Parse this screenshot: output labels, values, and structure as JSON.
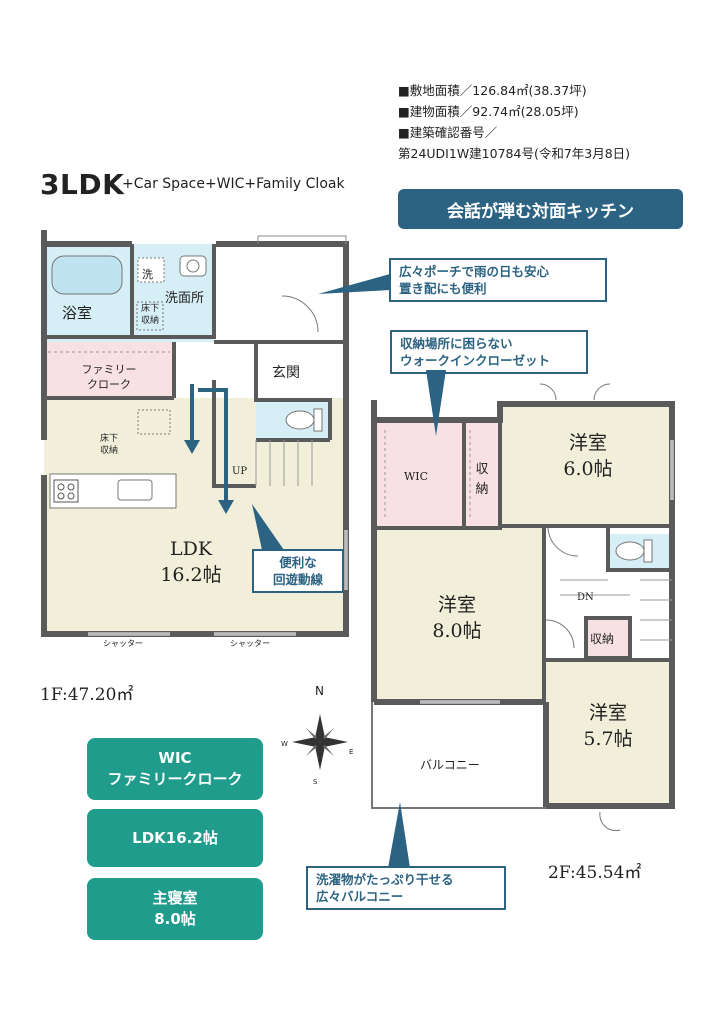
{
  "specs": {
    "site_area": "■敷地面積／126.84㎡(38.37坪)",
    "building_area": "■建物面積／92.74㎡(28.05坪)",
    "permit_label": "■建築確認番号／",
    "permit_number": "第24UDI1W建10784号(令和7年3月8日)"
  },
  "title": {
    "main": "3LDK",
    "sub": "+Car Space+WIC+Family Cloak"
  },
  "banner": "会話が弾む対面キッチン",
  "callouts": {
    "porch": [
      "広々ポーチで雨の日も安心",
      "置き配にも便利"
    ],
    "storage": [
      "収納場所に困らない",
      "ウォークインクローゼット"
    ],
    "circulation": [
      "便利な",
      "回遊動線"
    ],
    "balcony": [
      "洗濯物がたっぷり干せる",
      "広々バルコニー"
    ]
  },
  "floor1": {
    "area": "1F:47.20㎡",
    "rooms": {
      "bath": "浴室",
      "washroom": "洗面所",
      "wash_mark": "洗",
      "underfloor_storage_1": [
        "床下",
        "収納"
      ],
      "family_cloak": [
        "ファミリー",
        "クローク"
      ],
      "entrance": "玄関",
      "underfloor_storage_2": [
        "床下",
        "収納"
      ],
      "ldk": [
        "LDK",
        "16.2帖"
      ],
      "stairs_up": "UP",
      "shutter_1": "シャッター",
      "shutter_2": "シャッター"
    }
  },
  "floor2": {
    "area": "2F:45.54㎡",
    "rooms": {
      "wic": "WIC",
      "storage_1": [
        "収",
        "納"
      ],
      "western_6": [
        "洋室",
        "6.0帖"
      ],
      "western_8": [
        "洋室",
        "8.0帖"
      ],
      "western_57": [
        "洋室",
        "5.7帖"
      ],
      "storage_2": "収納",
      "stairs_down": "DN",
      "balcony": "バルコニー"
    }
  },
  "compass": {
    "n": "N",
    "e": "E",
    "s": "S",
    "w": "W"
  },
  "features": [
    [
      "WIC",
      "ファミリークローク"
    ],
    [
      "LDK16.2帖"
    ],
    [
      "主寝室",
      "8.0帖"
    ]
  ],
  "colors": {
    "wall": "#5a5a5a",
    "ldk_floor": "#f1efd9",
    "wet_area": "#d6eef6",
    "cloak": "#f8e1e5",
    "accent_blue": "#2c6382",
    "feature_green": "#1f9c8b"
  }
}
